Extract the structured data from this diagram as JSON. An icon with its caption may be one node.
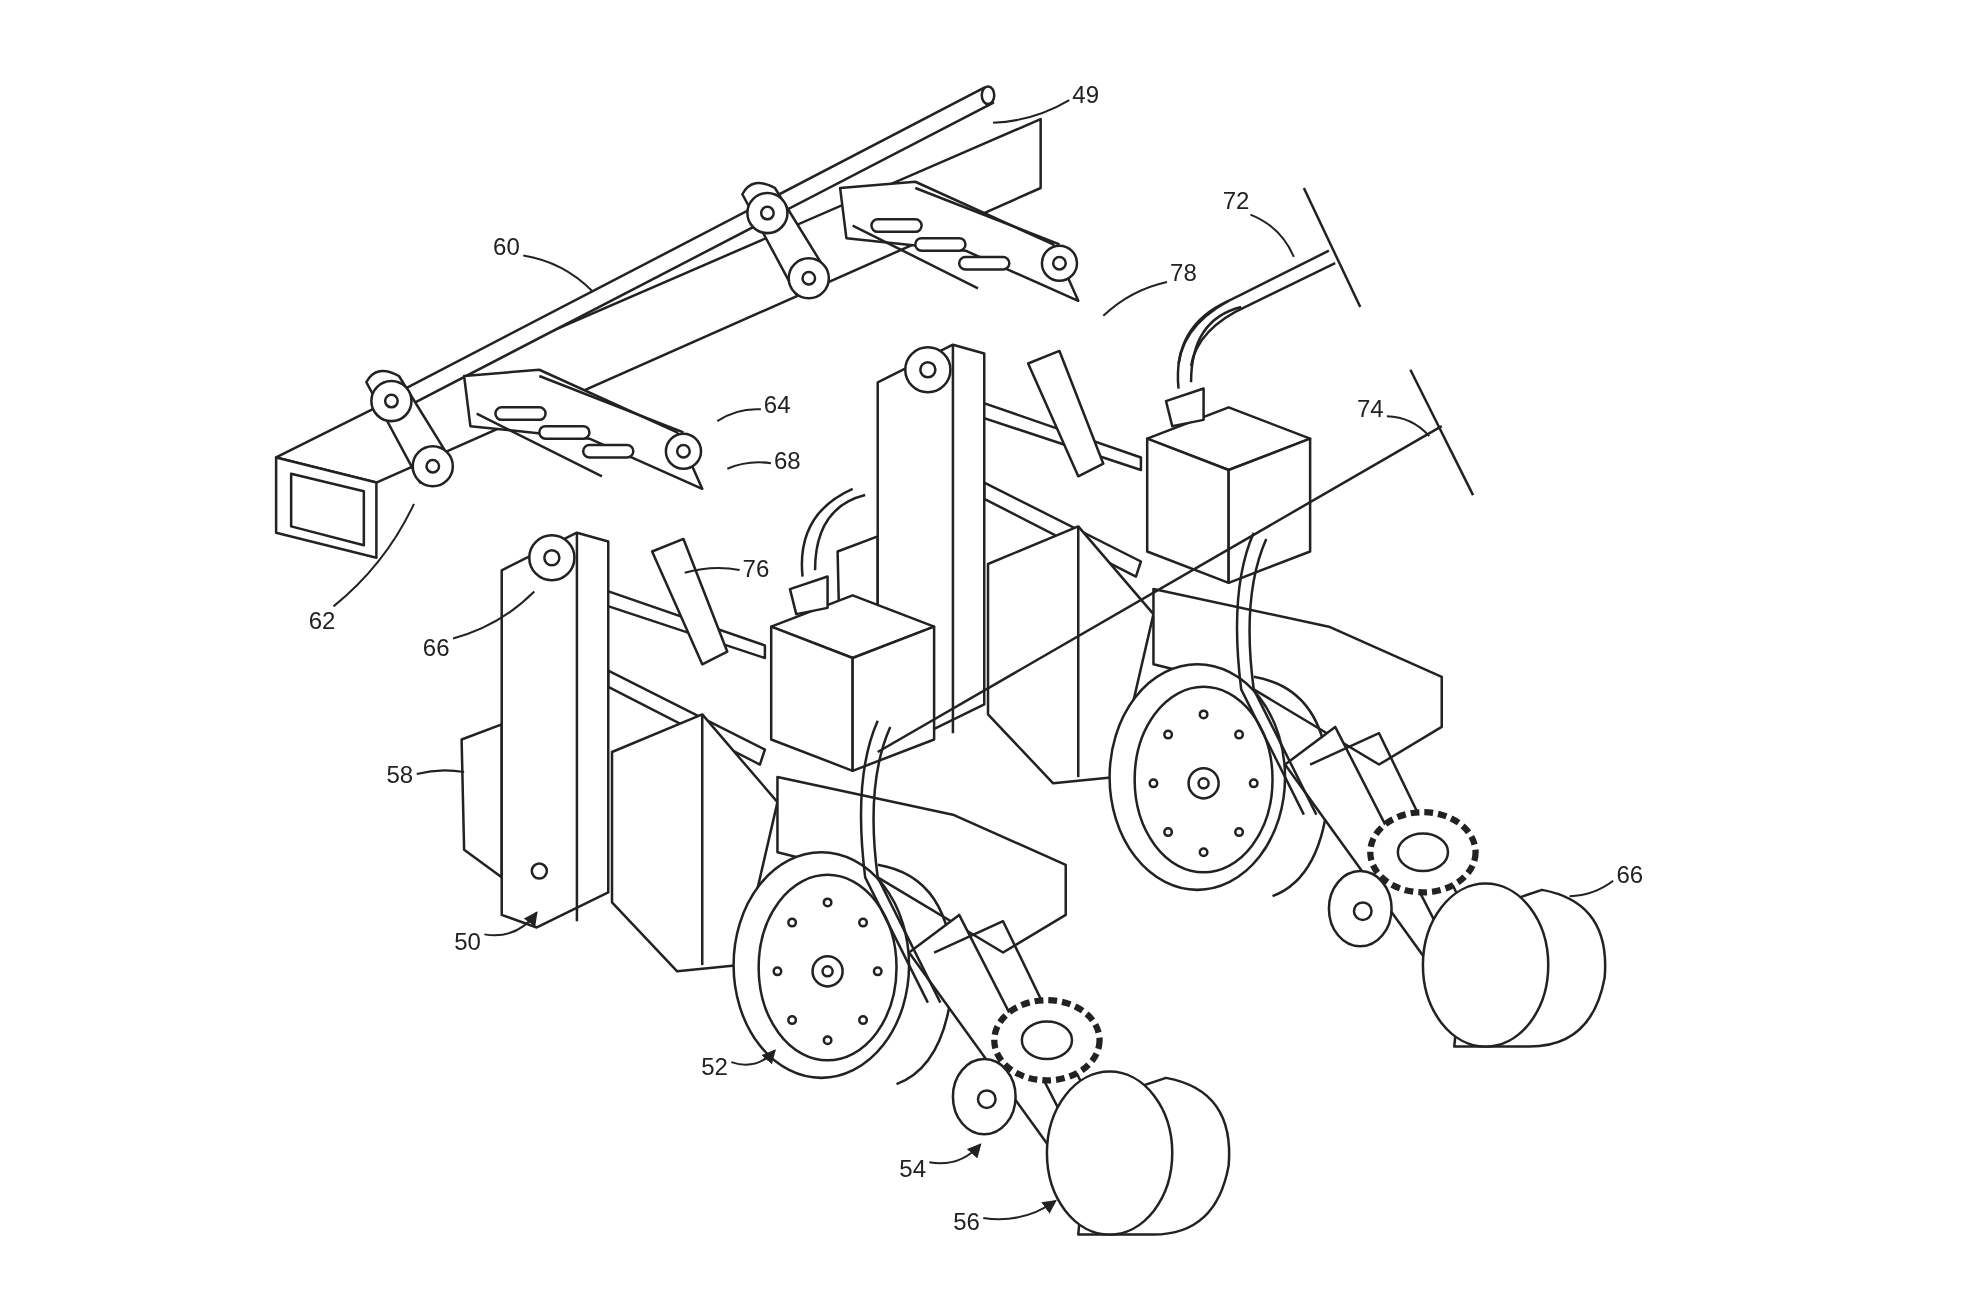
{
  "diagram": {
    "nodes": [
      {
        "text": [
          "49"
        ]
      },
      {
        "text": [
          "60"
        ]
      },
      {
        "text": [
          "72"
        ]
      },
      {
        "text": [
          "78"
        ]
      },
      {
        "text": [
          "64"
        ]
      },
      {
        "text": [
          "74"
        ]
      },
      {
        "text": [
          "68"
        ]
      },
      {
        "text": [
          "76"
        ]
      },
      {
        "text": [
          "62"
        ]
      },
      {
        "text": [
          "66"
        ]
      },
      {
        "text": [
          "58"
        ]
      },
      {
        "text": [
          "50"
        ]
      },
      {
        "text": [
          "52"
        ]
      },
      {
        "text": [
          "54"
        ]
      },
      {
        "text": [
          "56"
        ]
      },
      {
        "text": [
          "66"
        ]
      }
    ],
    "edges": [
      {
        "from": 0,
        "to": null,
        "arrow": "none"
      },
      {
        "from": 1,
        "to": null,
        "arrow": "none"
      },
      {
        "from": 2,
        "to": null,
        "arrow": "none"
      },
      {
        "from": 3,
        "to": null,
        "arrow": "none"
      },
      {
        "from": 4,
        "to": null,
        "arrow": "none"
      },
      {
        "from": 5,
        "to": null,
        "arrow": "none"
      },
      {
        "from": 6,
        "to": null,
        "arrow": "none"
      },
      {
        "from": 7,
        "to": null,
        "arrow": "none"
      },
      {
        "from": 8,
        "to": null,
        "arrow": "none"
      },
      {
        "from": 9,
        "to": null,
        "arrow": "none"
      },
      {
        "from": 10,
        "to": null,
        "arrow": "none"
      },
      {
        "from": 11,
        "to": null,
        "arrow": "to"
      },
      {
        "from": 12,
        "to": null,
        "arrow": "to"
      },
      {
        "from": 13,
        "to": null,
        "arrow": "to"
      },
      {
        "from": 14,
        "to": null,
        "arrow": "to"
      },
      {
        "from": 15,
        "to": null,
        "arrow": "none"
      }
    ]
  }
}
